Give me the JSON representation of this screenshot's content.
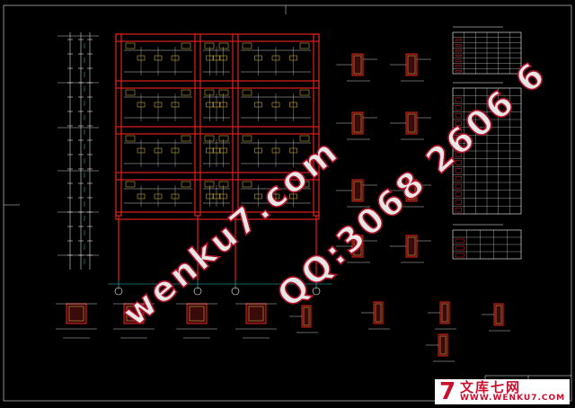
{
  "drawing": {
    "background": "#000000",
    "frame_color": "#e8e8e8",
    "beam_color": "#e0201e",
    "column_color": "#e0201e",
    "rebar_color": "#f0c43a",
    "line_color": "#ffffff",
    "dim_color": "#37c3c3",
    "text_color": "#e8e8e8"
  },
  "watermark": {
    "left": "wenku7.com",
    "right": "QQ:3068 2606 6"
  },
  "brand": {
    "mark": "7",
    "name_cn": "文库七网",
    "name_en": "WWW.WENKU7.COM",
    "color": "#c8102e"
  }
}
